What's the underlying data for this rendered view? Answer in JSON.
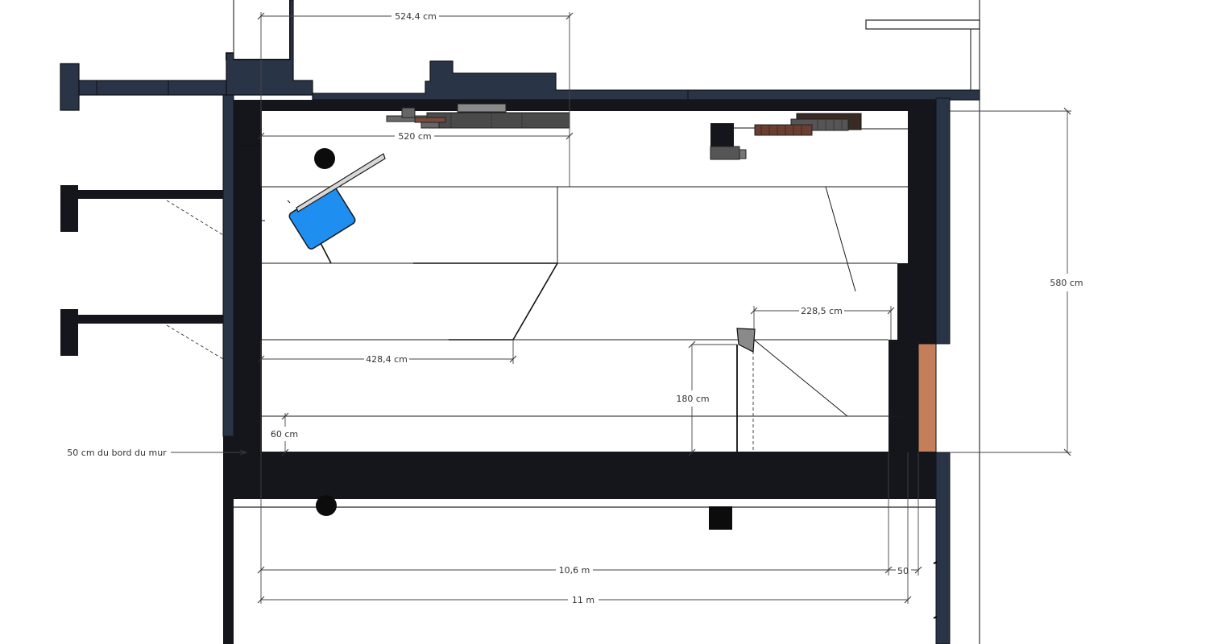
{
  "colors": {
    "wall_dark": "#14161b",
    "wall_navy": "#2a3447",
    "wall_outline": "#0f1115",
    "chair_blue": "#1e8ff0",
    "copper_strip": "#c47e59",
    "gray_block": "#4a4a4a",
    "brown_block": "#5a3a30"
  },
  "dimensions": {
    "top_width": "524,4 cm",
    "inner_width": "520 cm",
    "right_height": "580 cm",
    "ramp_width": "228,5 cm",
    "lower_width": "428,4 cm",
    "ramp_height": "180 cm",
    "margin_height": "60 cm",
    "wall_offset_note": "50 cm du bord du mur",
    "total_inner": "10,6 m",
    "right_gap": "50",
    "total_outer": "11 m"
  },
  "icons": {
    "chair": "chair-icon",
    "pillar_round": "round-pillar-icon",
    "pillar_square": "square-pillar-icon"
  }
}
